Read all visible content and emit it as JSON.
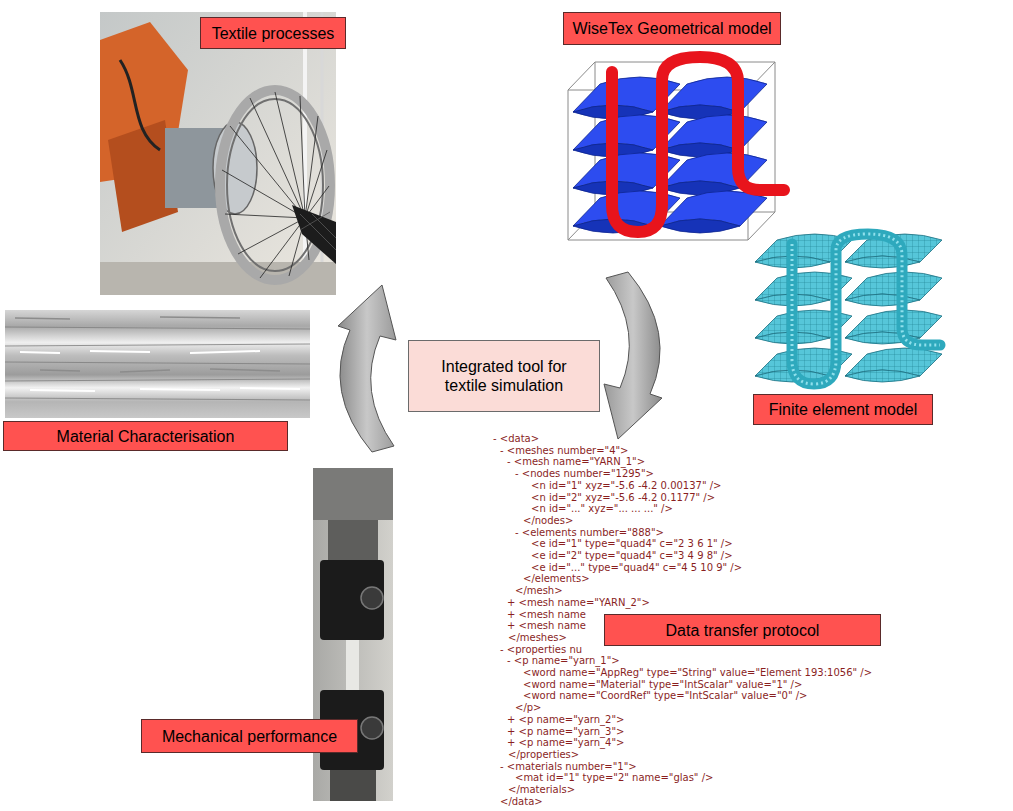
{
  "diagram": {
    "nodes": [
      {
        "text": [
          "Textile processes"
        ]
      },
      {
        "text": [
          "WiseTex Geometrical model"
        ]
      },
      {
        "text": [
          "Integrated tool for textile simulation"
        ]
      },
      {
        "text": [
          "Finite element model"
        ]
      },
      {
        "text": [
          "Material Characterisation"
        ]
      },
      {
        "text": [
          "Data transfer protocol"
        ]
      },
      {
        "text": [
          "Mechanical performance"
        ]
      }
    ],
    "labels": [
      "- <data>",
      "- <meshes number=\"4\">",
      "- <mesh name=\"YARN_1\">",
      "- <nodes number=\"1295\">",
      "<n id=\"1\" xyz=\"-5.6 -4.2 0.00137\" />",
      "<n id=\"2\" xyz=\"-5.6 -4.2 0.1177\" />",
      "<n id=\"...\" xyz=\"... ... ...\" />",
      "</nodes>",
      "- <elements number=\"888\">",
      "<e id=\"1\" type=\"quad4\" c=\"2 3 6 1\" />",
      "<e id=\"2\" type=\"quad4\" c=\"3 4 9 8\" />",
      "<e id=\"...\" type=\"quad4\" c=\"4 5 10 9\" />",
      "</elements>",
      "</mesh>",
      "+ <mesh name=\"YARN_2\">",
      "+ <mesh name",
      "+ <mesh name",
      "</meshes>",
      "- <properties nu",
      "- <p name=\"yarn_1\">",
      "<word name=\"AppReg\" type=\"String\" value=\"Element 193:1056\" />",
      "<word name=\"Material\" type=\"IntScalar\" value=\"1\" />",
      "<word name=\"CoordRef\" type=\"IntScalar\" value=\"0\" />",
      "</p>",
      "+ <p name=\"yarn_2\">",
      "+ <p name=\"yarn_3\">",
      "+ <p name=\"yarn_4\">",
      "</properties>",
      "- <materials number=\"1\">",
      "<mat id=\"1\" type=\"2\" name=\"glas\" />",
      "</materials>",
      "</data>"
    ]
  }
}
